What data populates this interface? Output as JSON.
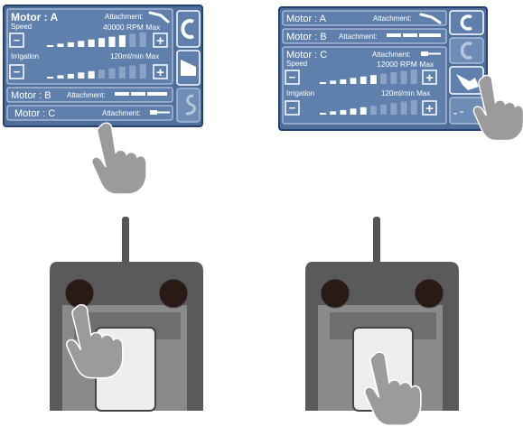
{
  "left_screen": {
    "motor_a": {
      "label": "Motor : A",
      "attachment_label": "Attachment:",
      "speed_label": "Speed",
      "speed_value": "40000 RPM Max",
      "irrigation_label": "Irrigation",
      "irrigation_value": "120ml/min Max",
      "speed_level": 8,
      "irrigation_level": 5,
      "bar_count": 10
    },
    "motor_b": {
      "label": "Motor : B",
      "attachment_label": "Attachment:"
    },
    "motor_c": {
      "label": "Motor : C",
      "attachment_label": "Attachment:"
    },
    "side_buttons": [
      "undo-arrow-icon",
      "foot-pedal-icon",
      "spray-icon"
    ]
  },
  "right_screen": {
    "motor_a": {
      "label": "Motor : A",
      "attachment_label": "Attachment:"
    },
    "motor_b": {
      "label": "Motor : B",
      "attachment_label": "Attachment:"
    },
    "motor_c": {
      "label": "Motor : C",
      "attachment_label": "Attachment:",
      "speed_label": "Speed",
      "speed_value": "12000 RPM Max",
      "irrigation_label": "Irrigation",
      "irrigation_value": "120ml/min Max",
      "speed_level": 6,
      "irrigation_level": 5,
      "bar_count": 10
    },
    "side_buttons": [
      "undo-arrow-icon",
      "undo-arrow-icon",
      "hand-pointer-icon",
      "spray-icon"
    ]
  },
  "minus_symbol": "−",
  "plus_symbol": "+",
  "colors": {
    "screen_bg": "#4e6e9c",
    "screen_border": "#25406e",
    "panel_bg": "#5f80ad",
    "text": "#ffffff",
    "bar_active": "#ffffff",
    "bar_inactive": "#8aa2c4",
    "pedal_body": "#5a5a5a",
    "pedal_inner": "#8a8a8a",
    "pedal_button": "#2a1a16",
    "pedal_plate": "#eeeeee",
    "hand": "#9b9b9b"
  }
}
